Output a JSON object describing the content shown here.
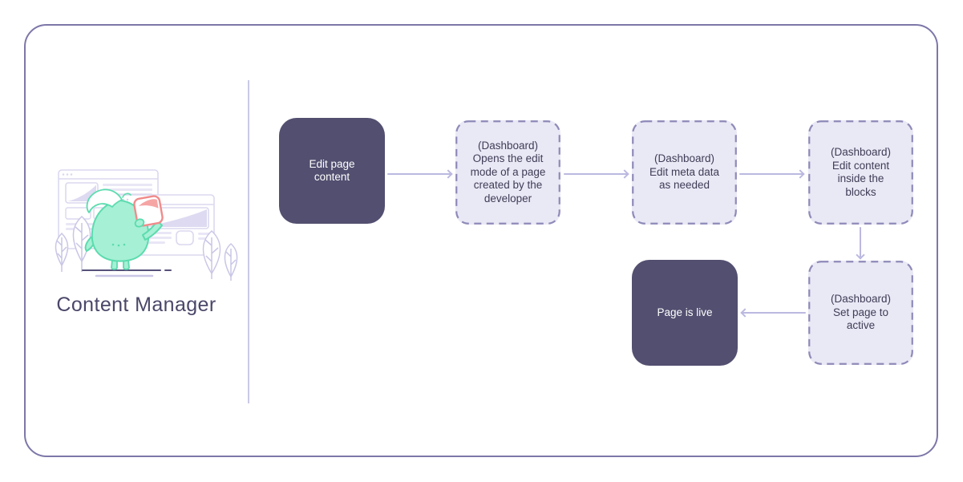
{
  "frame": {
    "border_color": "#7C77A8",
    "divider_color": "#CBC9E6"
  },
  "sidebar": {
    "title": "Content Manager",
    "title_color": "#4A4769",
    "illustration": {
      "name": "mascot-with-browser-windows",
      "colors": {
        "window_outline": "#DBD8EF",
        "content_lines": "#E9E6F6",
        "swoosh_fill": "#DDDAF1",
        "leaf_outline": "#C9C6E6",
        "mascot_fill": "#A6F0D5",
        "mascot_outline": "#5BDCAE",
        "card_border": "#F08B8B",
        "card_swoosh": "#F6A5A5",
        "ground_dark": "#55527A",
        "ground_light": "#C9C6E6"
      }
    }
  },
  "flow": {
    "arrow_color": "#BBB8E0",
    "colors": {
      "solid_fill": "#524F70",
      "solid_text": "#FFFFFF",
      "dashed_fill": "#E9E8F5",
      "dashed_border": "#8E8AB8",
      "dashed_text": "#3F3D56"
    },
    "nodes": [
      {
        "id": "edit-page-content",
        "type": "solid",
        "label": "Edit page\ncontent"
      },
      {
        "id": "opens-edit-mode",
        "type": "dashed",
        "label": "(Dashboard)\nOpens the edit\nmode of a page\ncreated by the\ndeveloper"
      },
      {
        "id": "edit-meta-data",
        "type": "dashed",
        "label": "(Dashboard)\nEdit meta data\nas needed"
      },
      {
        "id": "edit-content-blocks",
        "type": "dashed",
        "label": "(Dashboard)\nEdit content\ninside the\nblocks"
      },
      {
        "id": "set-page-active",
        "type": "dashed",
        "label": "(Dashboard)\nSet page to\nactive"
      },
      {
        "id": "page-is-live",
        "type": "solid",
        "label": "Page is live"
      }
    ]
  }
}
